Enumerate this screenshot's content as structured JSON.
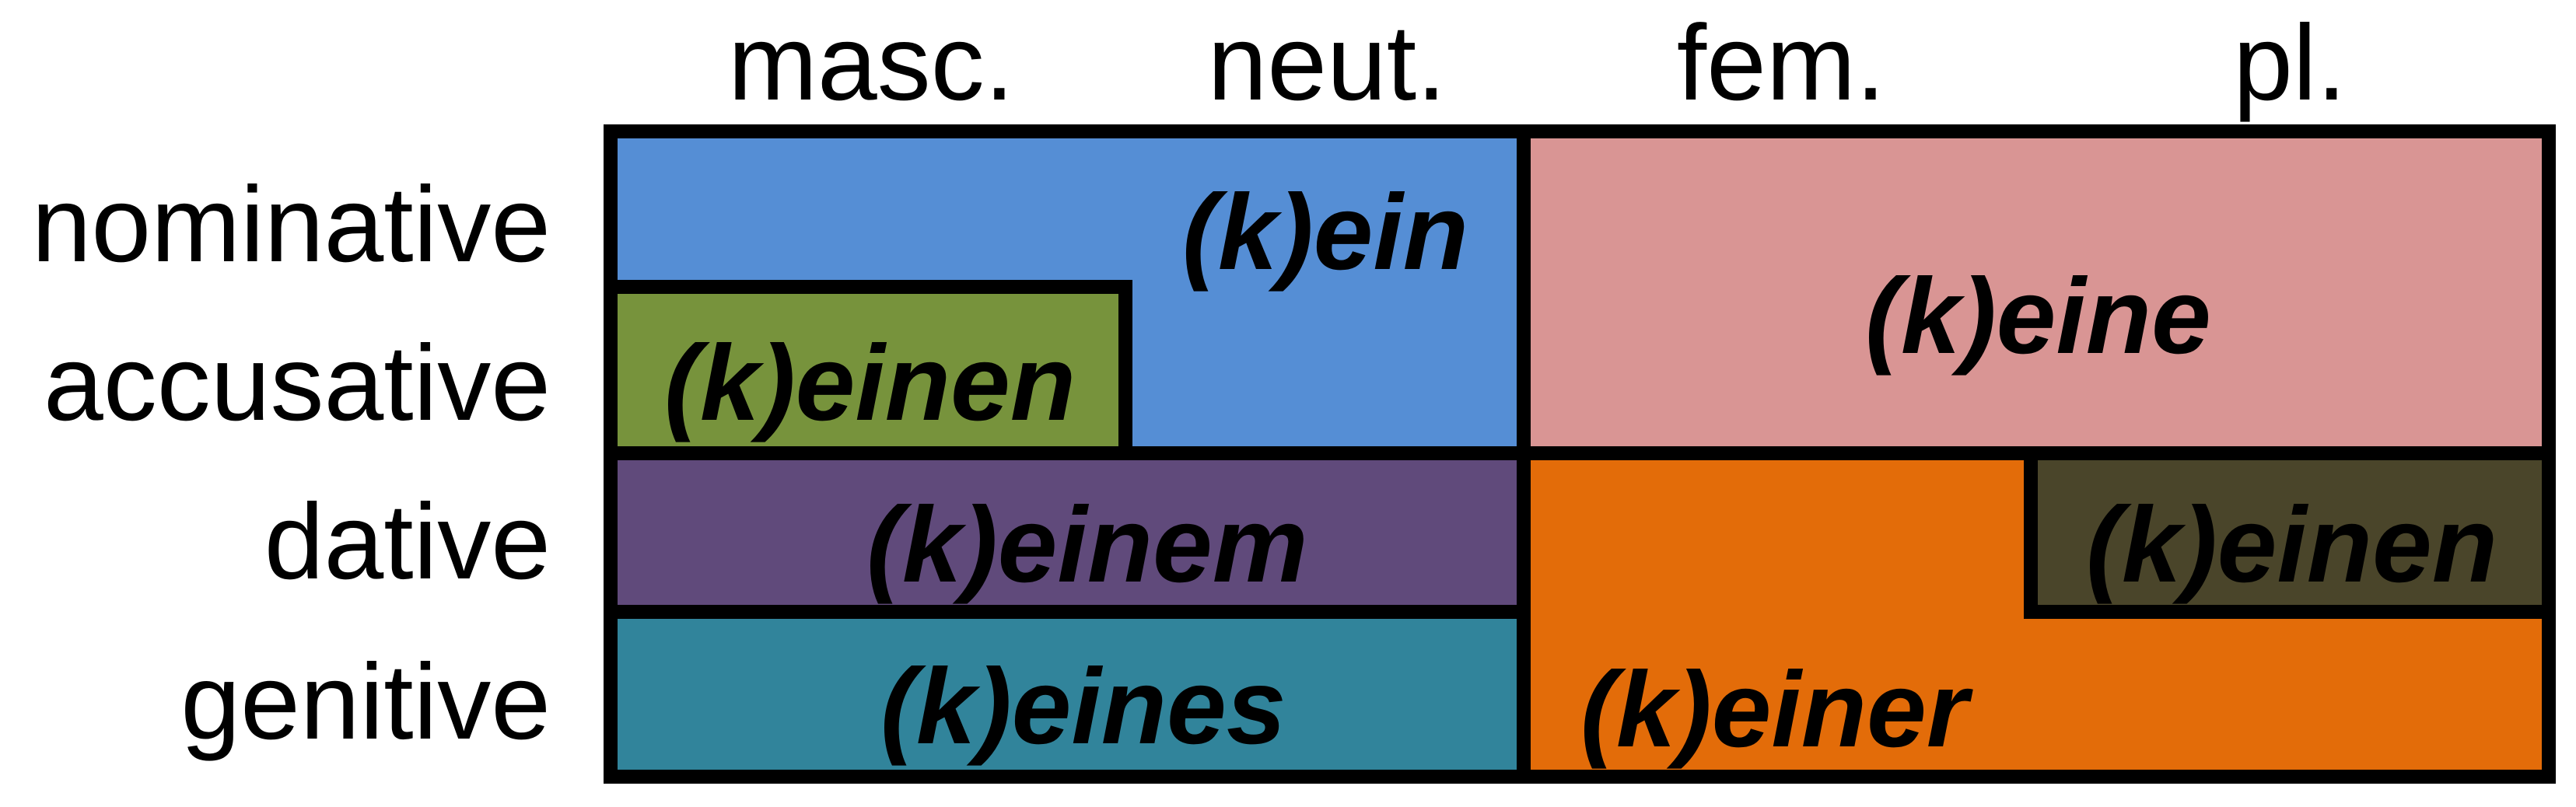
{
  "columns": {
    "masc": "masc.",
    "neut": "neut.",
    "fem": "fem.",
    "pl": "pl."
  },
  "rows": {
    "nominative": "nominative",
    "accusative": "accusative",
    "dative": "dative",
    "genitive": "genitive"
  },
  "forms": {
    "masc_neut_nominative": "(k)ein",
    "masc_accusative": "(k)einen",
    "masc_neut_dative": "(k)einem",
    "masc_neut_genitive": "(k)eines",
    "fem_pl_nom_acc": "(k)eine",
    "fem_dat_gen_pl_gen": "(k)einer",
    "pl_dative": "(k)einen"
  },
  "colors": {
    "blue": "#558ed5",
    "green": "#77933c",
    "purple": "#604a7b",
    "teal": "#31849b",
    "pink": "#d99594",
    "orange": "#e36c09",
    "olive": "#4a452a",
    "border": "#000000"
  }
}
